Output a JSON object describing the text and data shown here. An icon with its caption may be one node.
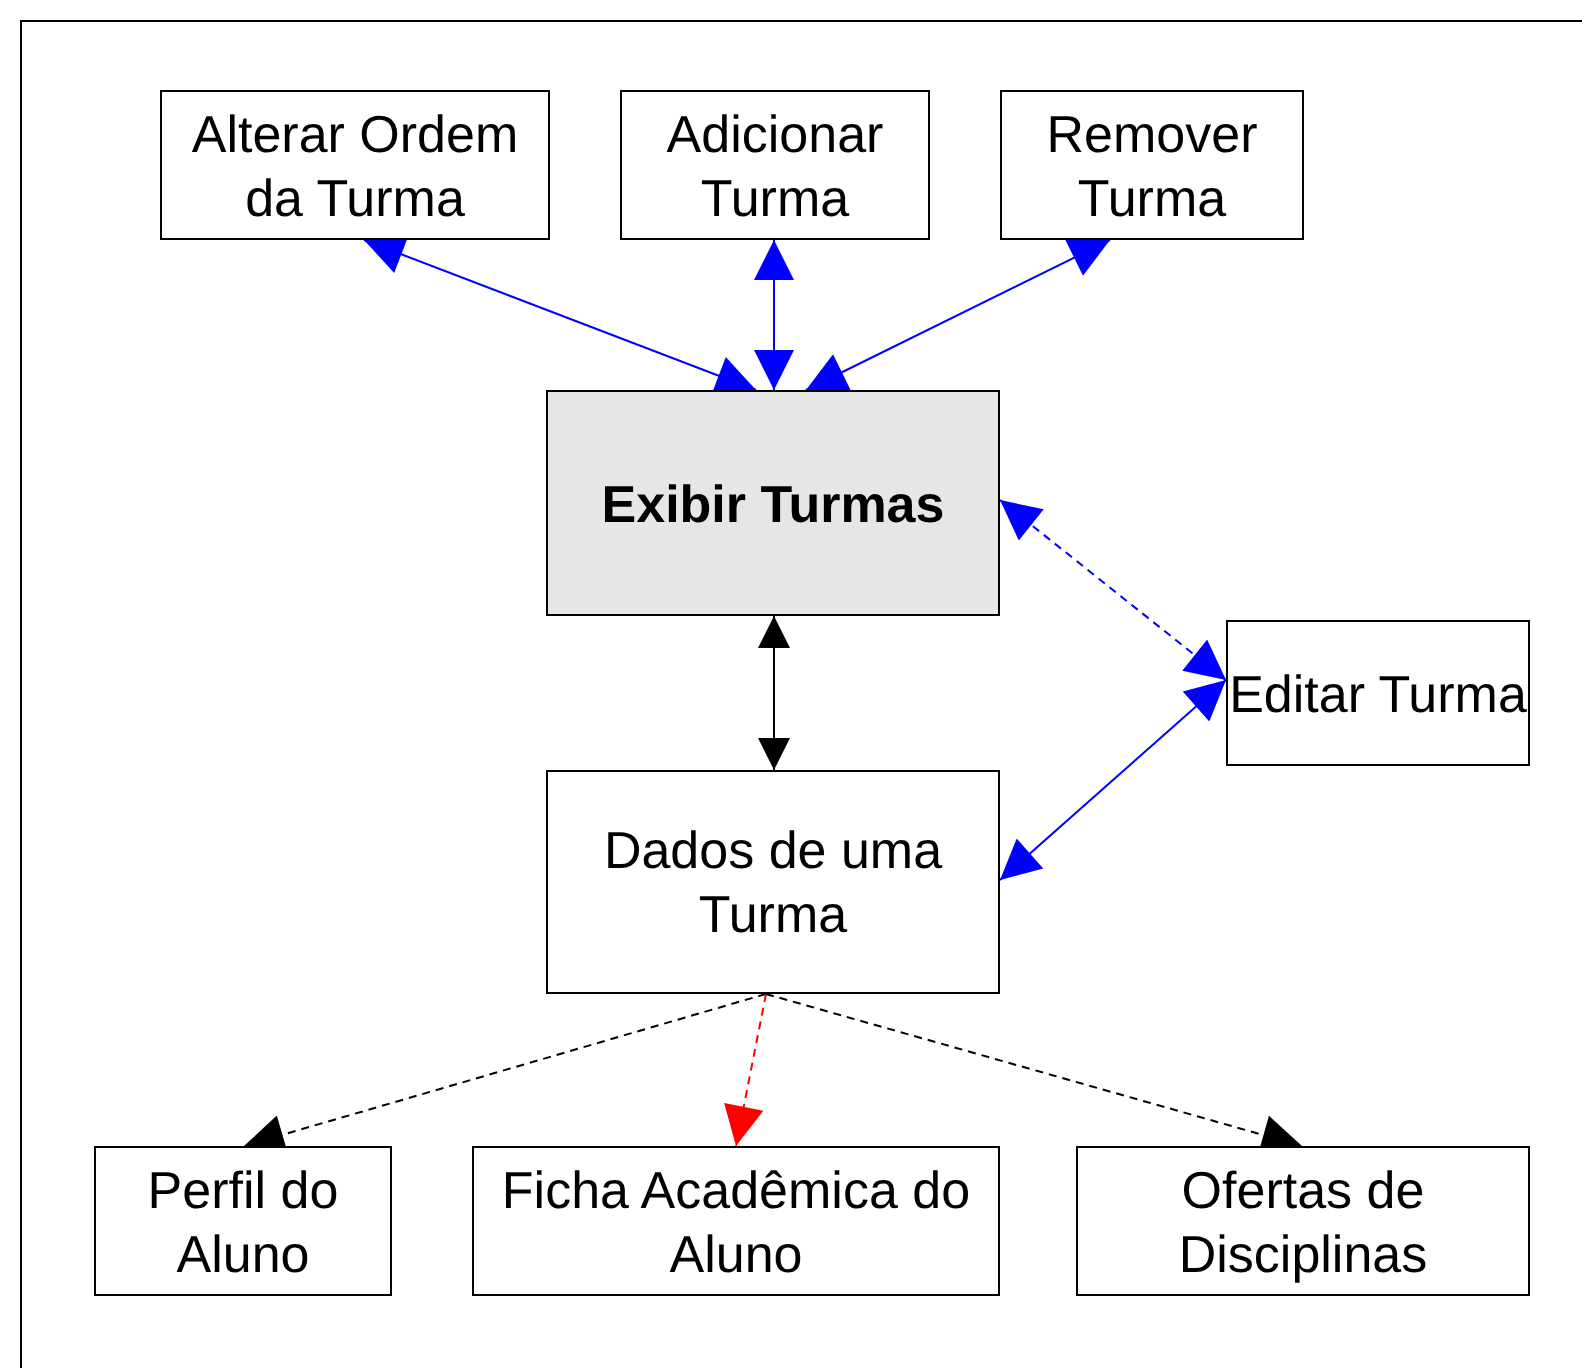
{
  "diagram": {
    "nodes": [
      {
        "text": [
          "Alterar Ordem da Turma"
        ]
      },
      {
        "text": [
          "Adicionar Turma"
        ]
      },
      {
        "text": [
          "Remover Turma"
        ]
      },
      {
        "text": [
          "Exibir Turmas"
        ]
      },
      {
        "text": [
          "Editar Turma"
        ]
      },
      {
        "text": [
          "Dados de uma Turma"
        ]
      },
      {
        "text": [
          "Perfil do Aluno"
        ]
      },
      {
        "text": [
          "Ficha Acadêmica do Aluno"
        ]
      },
      {
        "text": [
          "Ofertas de Disciplinas"
        ]
      }
    ],
    "edges": [
      {
        "from": 0,
        "to": 3,
        "arrow": "both"
      },
      {
        "from": 1,
        "to": 3,
        "arrow": "both"
      },
      {
        "from": 2,
        "to": 3,
        "arrow": "both"
      },
      {
        "from": 3,
        "to": 4,
        "arrow": "both",
        "style": "dashed"
      },
      {
        "from": 4,
        "to": 5,
        "arrow": "both"
      },
      {
        "from": 3,
        "to": 5,
        "arrow": "both",
        "color": "#000000"
      },
      {
        "from": 5,
        "to": 6,
        "arrow": "to",
        "style": "dashed",
        "color": "#000000"
      },
      {
        "from": 5,
        "to": 7,
        "arrow": "to",
        "style": "dashed",
        "color": "#ff0000"
      },
      {
        "from": 5,
        "to": 8,
        "arrow": "to",
        "style": "dashed",
        "color": "#000000"
      }
    ]
  }
}
